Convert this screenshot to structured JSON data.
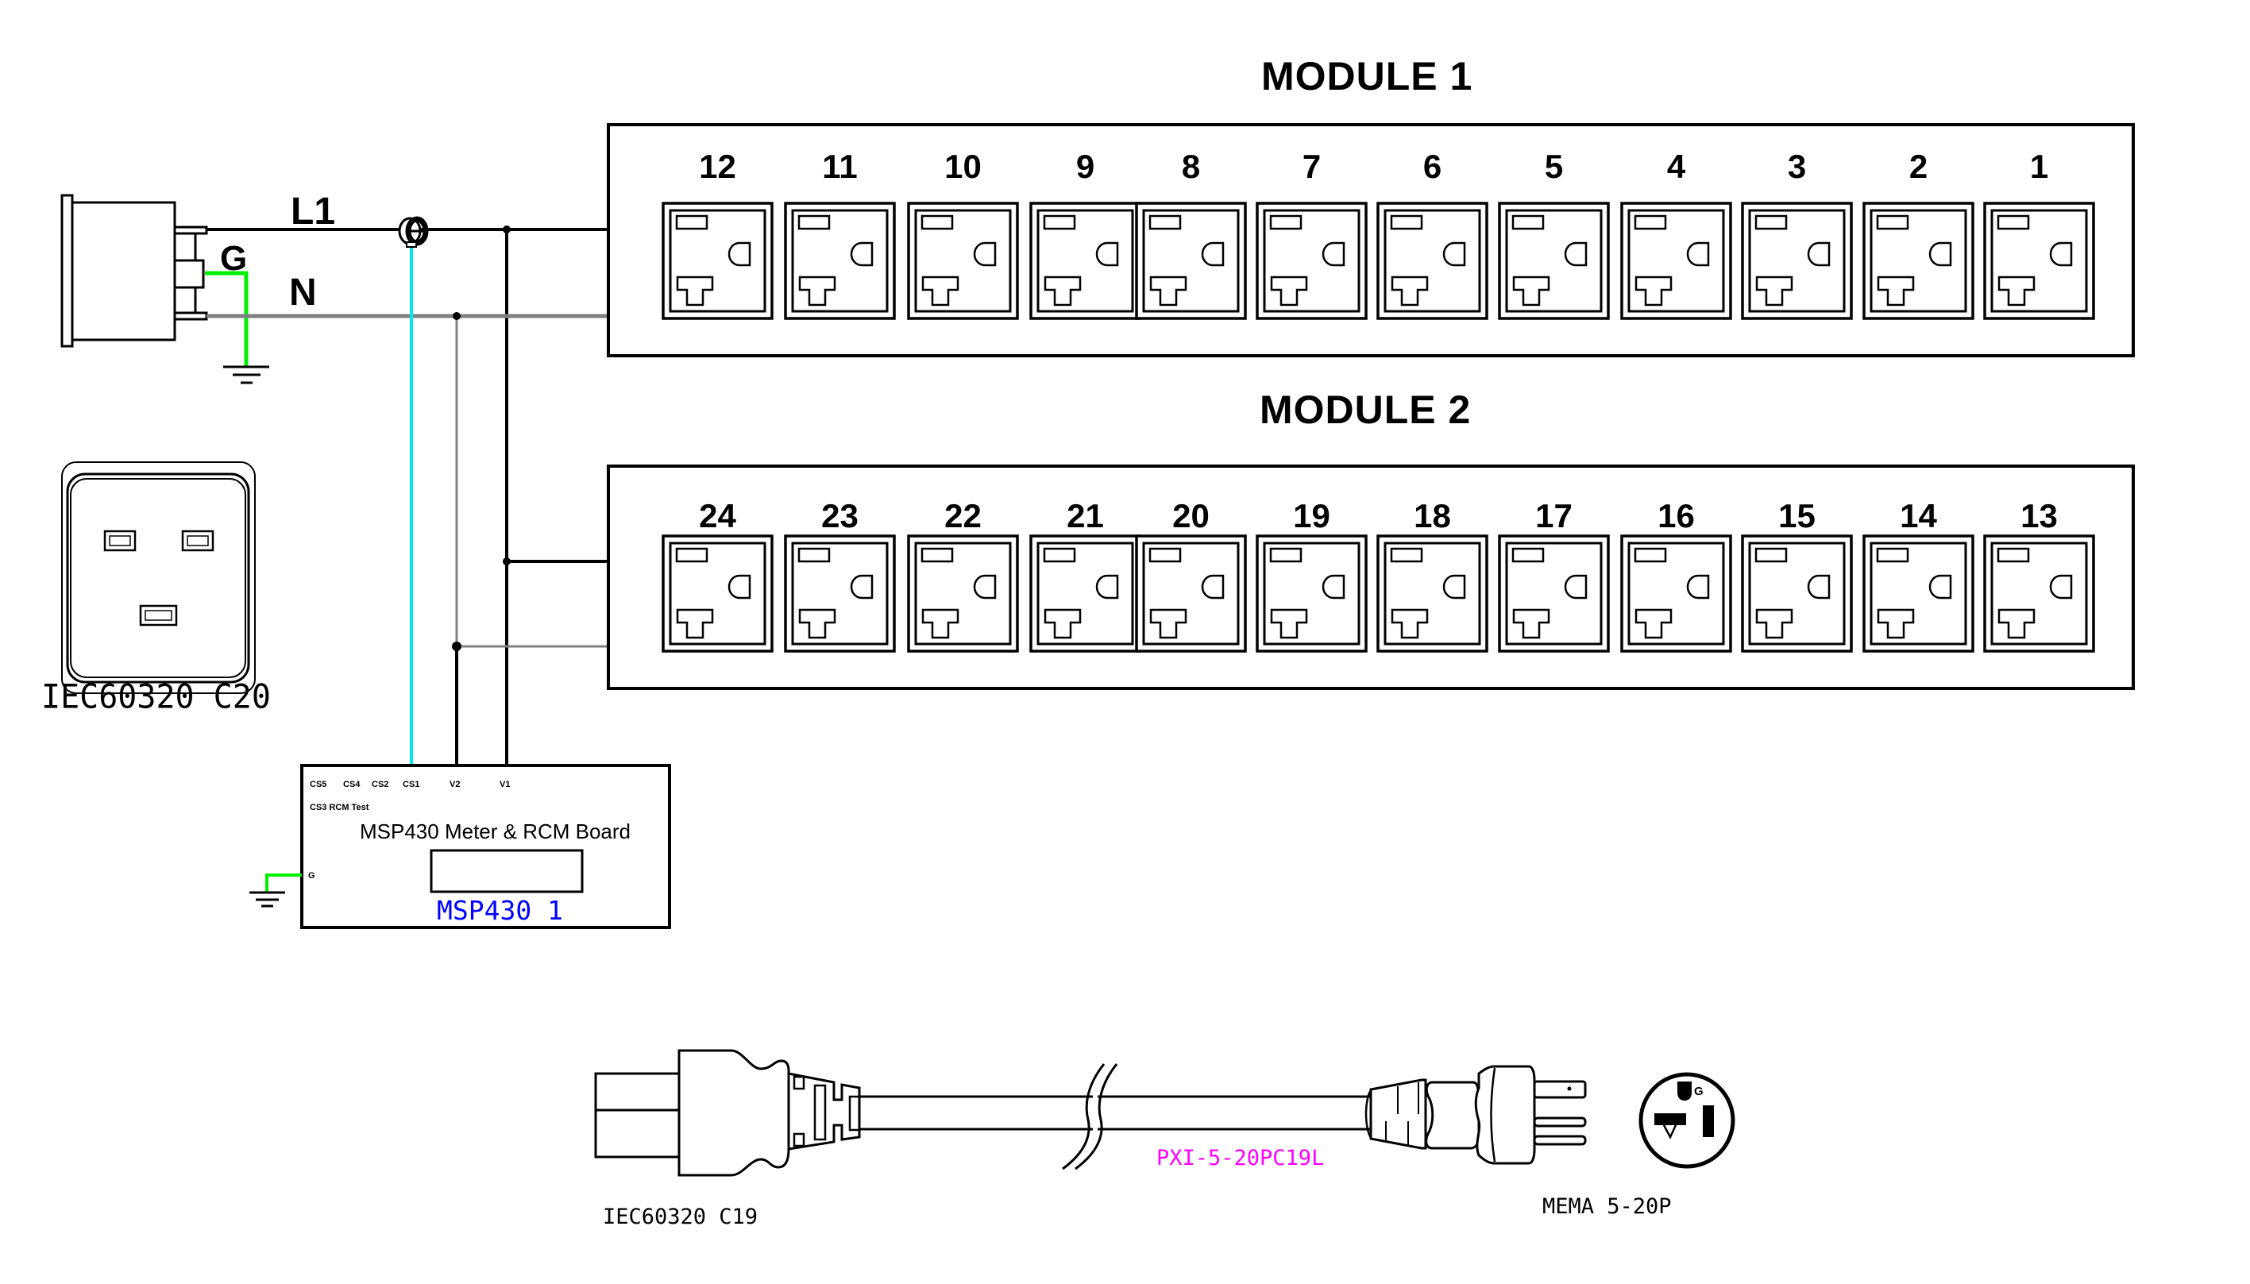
{
  "diagram": {
    "title": "PDU wiring diagram",
    "colors": {
      "line": "#000000",
      "neutral": "#808080",
      "ground": "#00ee00",
      "ct_signal": "#00e8f0",
      "board_label": "#0000ff",
      "cable_part": "#ff00ff"
    },
    "input": {
      "wire_labels": {
        "line": "L1",
        "ground": "G",
        "neutral": "N"
      },
      "inlet_label": "IEC60320  C20"
    },
    "modules": [
      {
        "title": "MODULE 1",
        "outlets": [
          "12",
          "11",
          "10",
          "9",
          "8",
          "7",
          "6",
          "5",
          "4",
          "3",
          "2",
          "1"
        ]
      },
      {
        "title": "MODULE 2",
        "outlets": [
          "24",
          "23",
          "22",
          "21",
          "20",
          "19",
          "18",
          "17",
          "16",
          "15",
          "14",
          "13"
        ]
      }
    ],
    "board": {
      "title": "MSP430 Meter & RCM Board",
      "chip_label": "MSP430 1",
      "pins_top": [
        "CS5",
        "CS4",
        "CS2",
        "CS1",
        "V2",
        "V1"
      ],
      "pin_row2": "CS3 RCM Test",
      "pin_ground": "G"
    },
    "cable": {
      "left_connector": "IEC60320  C19",
      "part_number": "PXI-5-20PC19L",
      "right_connector": "MEMA  5-20P",
      "plug_face_ground": "G"
    }
  }
}
